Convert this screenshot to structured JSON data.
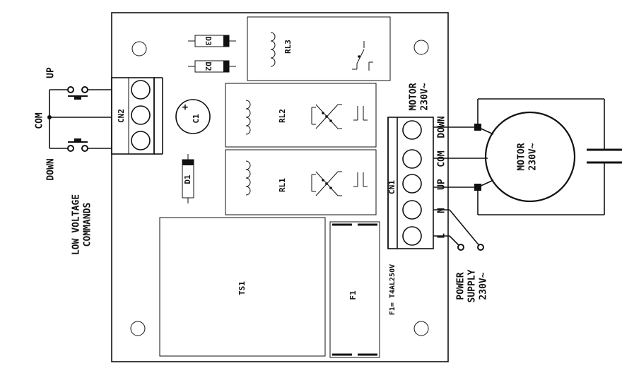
{
  "title": "Motor up/down relay control board wiring diagram",
  "board": {
    "relays": {
      "rl1": "RL1",
      "rl2": "RL2",
      "rl3": "RL3"
    },
    "diodes": {
      "d1": "D1",
      "d2": "D2",
      "d3": "D3"
    },
    "capacitor": {
      "label": "C1",
      "polarity": "+"
    },
    "transformer": "TS1",
    "fuse": "F1",
    "fuse_rating": "F1= T4AL250V",
    "cn1": {
      "label": "CN1",
      "pins": [
        "DOWN",
        "COM",
        "UP",
        "N",
        "L"
      ]
    },
    "cn2": {
      "label": "CN2"
    }
  },
  "commands": {
    "up": "UP",
    "com": "COM",
    "down": "DOWN",
    "caption_line1": "LOW VOLTAGE",
    "caption_line2": "COMMANDS"
  },
  "motor": {
    "header_line1": "MOTOR",
    "header_line2": "230V~",
    "inner_line1": "MOTOR",
    "inner_line2": "230V~"
  },
  "power_supply": {
    "line1": "POWER",
    "line2": "SUPPLY",
    "line3": "230V~"
  }
}
